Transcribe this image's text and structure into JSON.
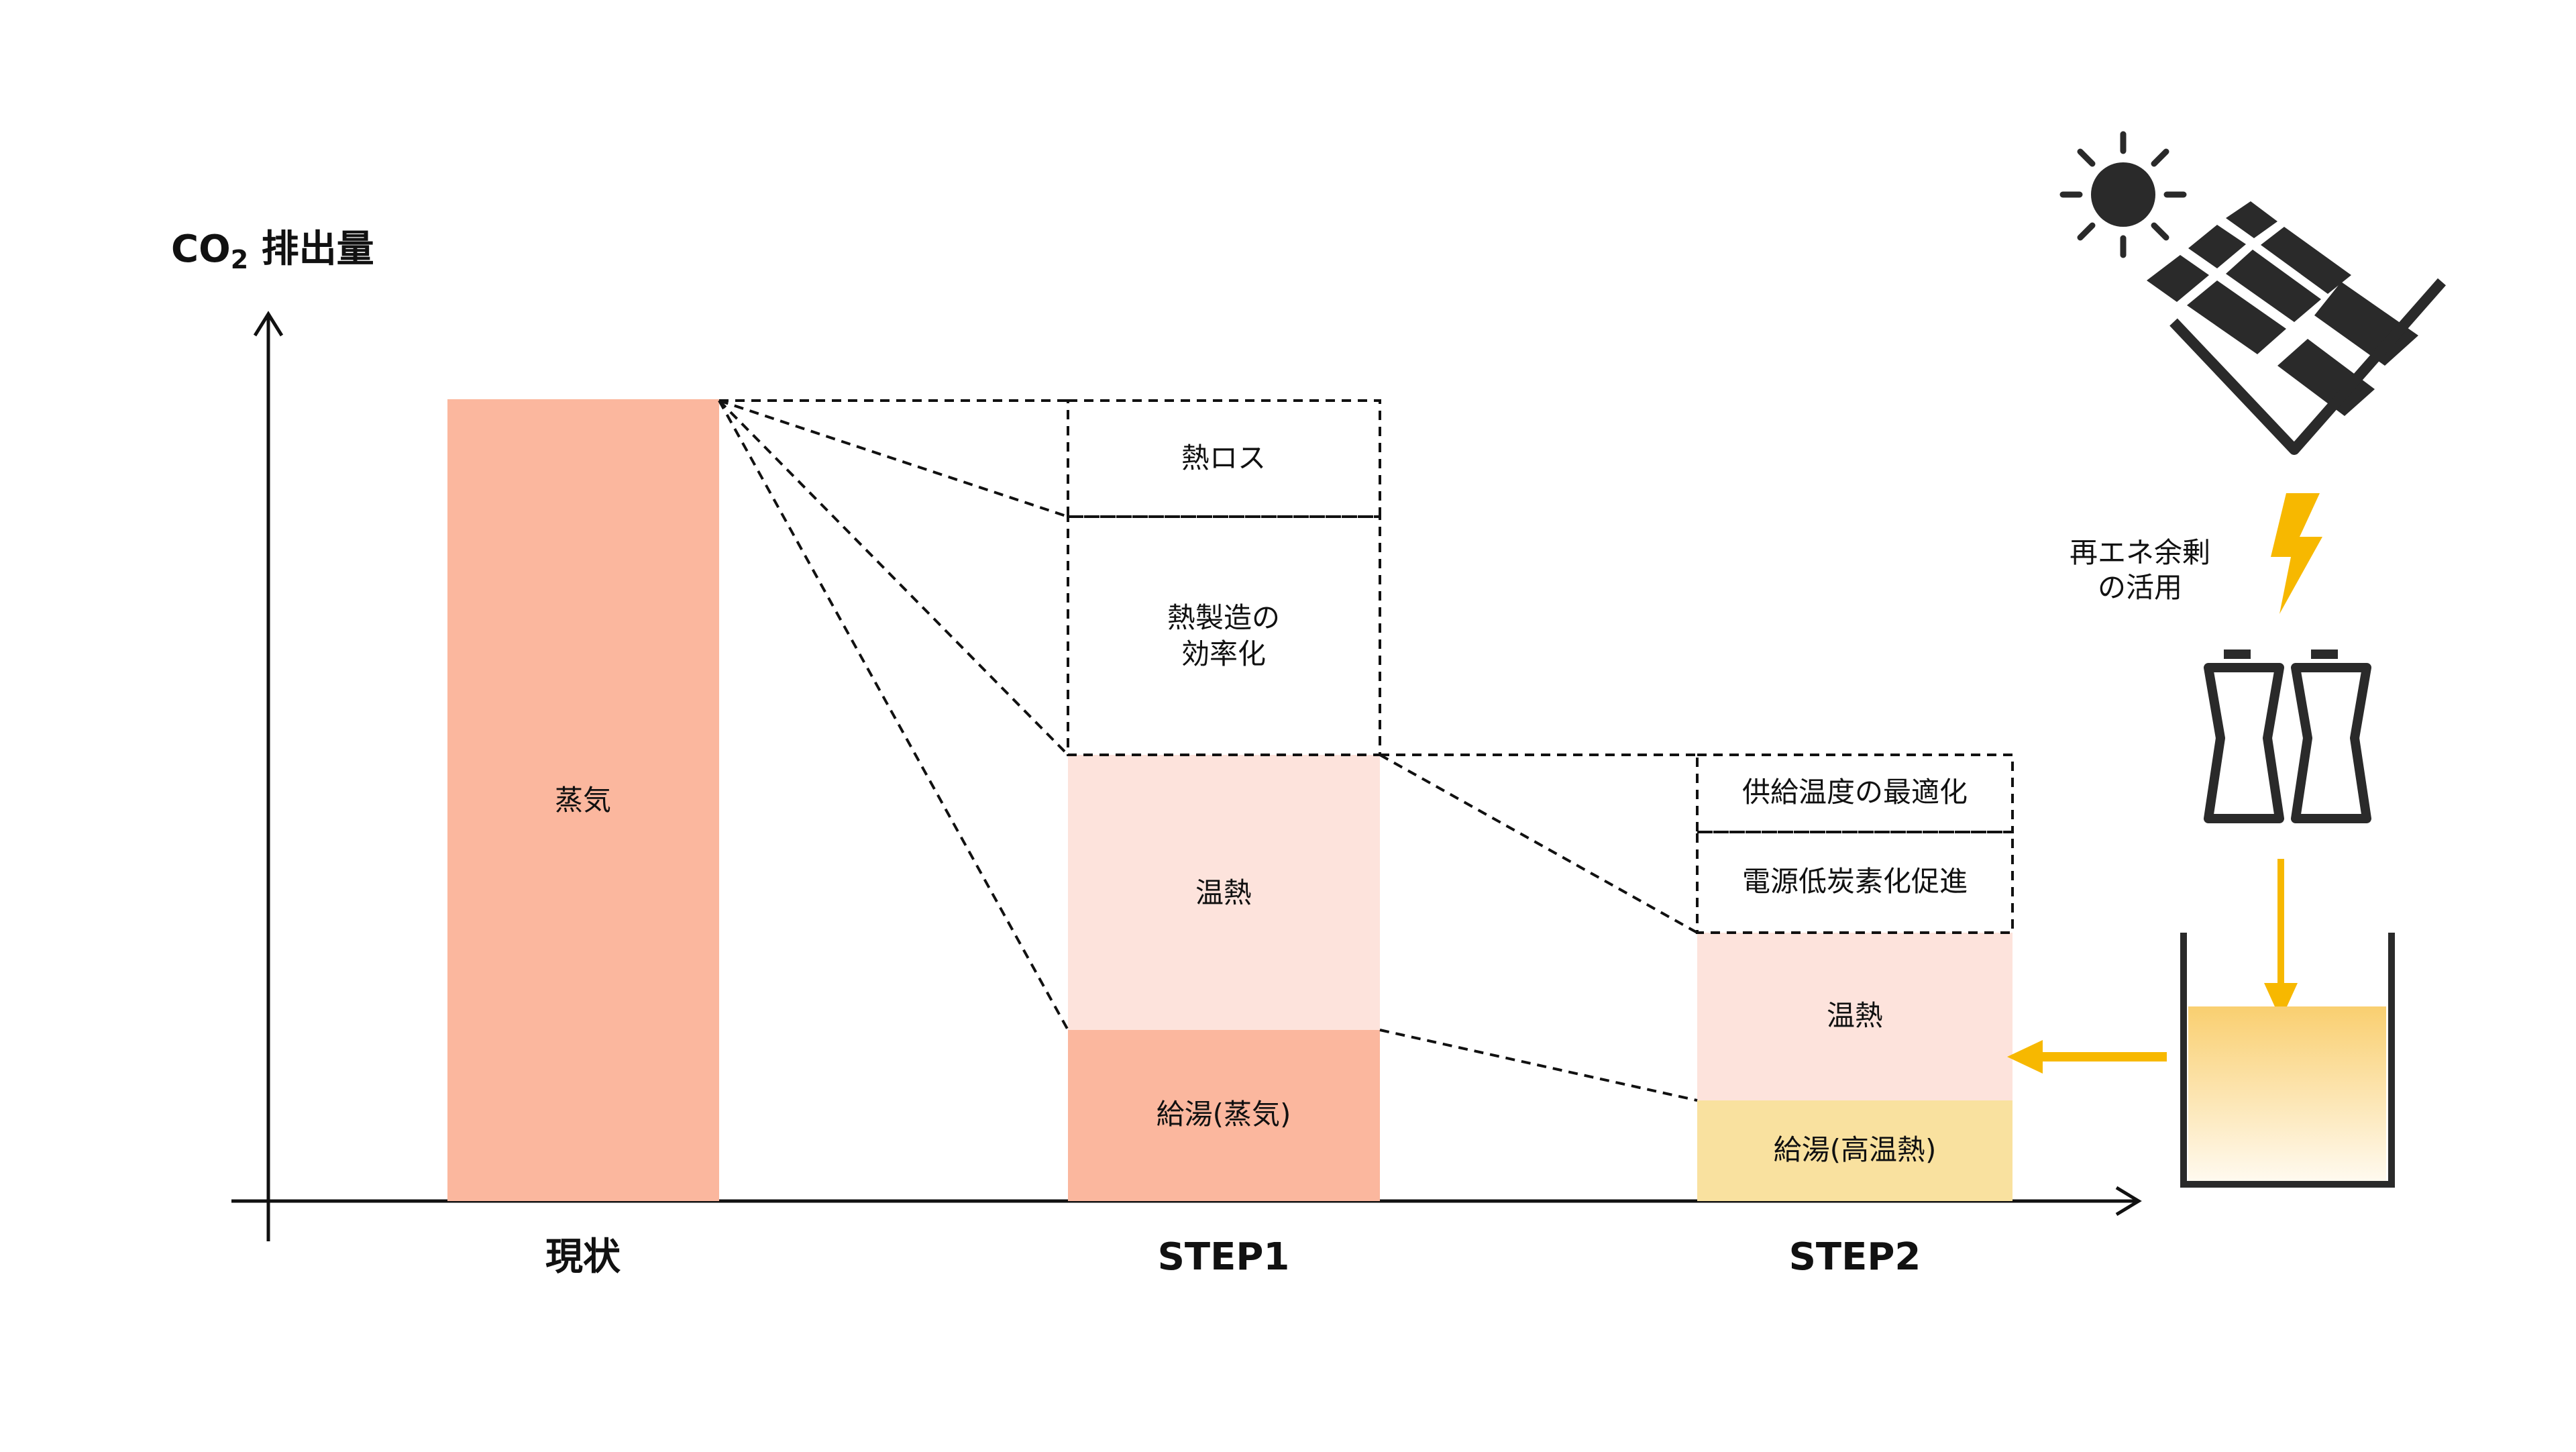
{
  "y_axis_label": {
    "prefix": "CO",
    "subscript": "2",
    "suffix": " 排出量"
  },
  "stages": [
    {
      "id": "current",
      "label": "現状",
      "segments": [
        {
          "label": "蒸気"
        }
      ]
    },
    {
      "id": "step1",
      "label": "STEP1",
      "segments": [
        {
          "label": "給湯(蒸気)"
        },
        {
          "label": "温熱"
        }
      ],
      "reductions": [
        {
          "label_lines": [
            "熱製造の",
            "効率化"
          ]
        },
        {
          "label_lines": [
            "熱ロス"
          ]
        }
      ]
    },
    {
      "id": "step2",
      "label": "STEP2",
      "segments": [
        {
          "label": "給湯(高温熱)"
        },
        {
          "label": "温熱"
        }
      ],
      "reductions": [
        {
          "label_lines": [
            "電源低炭素化促進"
          ]
        },
        {
          "label_lines": [
            "供給温度の最適化"
          ]
        }
      ]
    }
  ],
  "renewable": {
    "label_lines": [
      "再エネ余剰",
      "の活用"
    ]
  },
  "icons": [
    "sun-icon",
    "solar-panel-icon",
    "lightning-icon",
    "battery-icon",
    "hot-water-tank-icon"
  ],
  "colors": {
    "steam": "#fbb79e",
    "warm_heat": "#fde3dc",
    "hot_water": "#f9e19f",
    "arrow": "#f7b800",
    "icon": "#2a2a2a",
    "tank_top": "#f9cf70",
    "tank_bottom": "#fffaf0"
  }
}
